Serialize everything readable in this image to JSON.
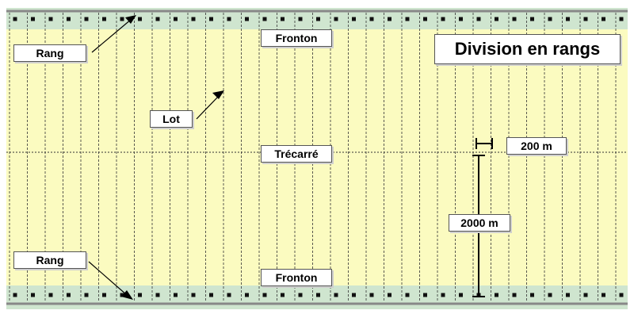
{
  "title": "Division en rangs",
  "labels": {
    "fronton_top": "Fronton",
    "fronton_bottom": "Fronton",
    "trecarre": "Trécarré",
    "rang_top": "Rang",
    "rang_bottom": "Rang",
    "lot": "Lot"
  },
  "dimensions": {
    "lot_width": "200 m",
    "lot_depth": "2000 m"
  },
  "colors": {
    "land": "#fbfbc0",
    "road_strip": "#cfe5cf",
    "road_line": "#888888",
    "lot_line": "#333333",
    "house": "#111111"
  }
}
